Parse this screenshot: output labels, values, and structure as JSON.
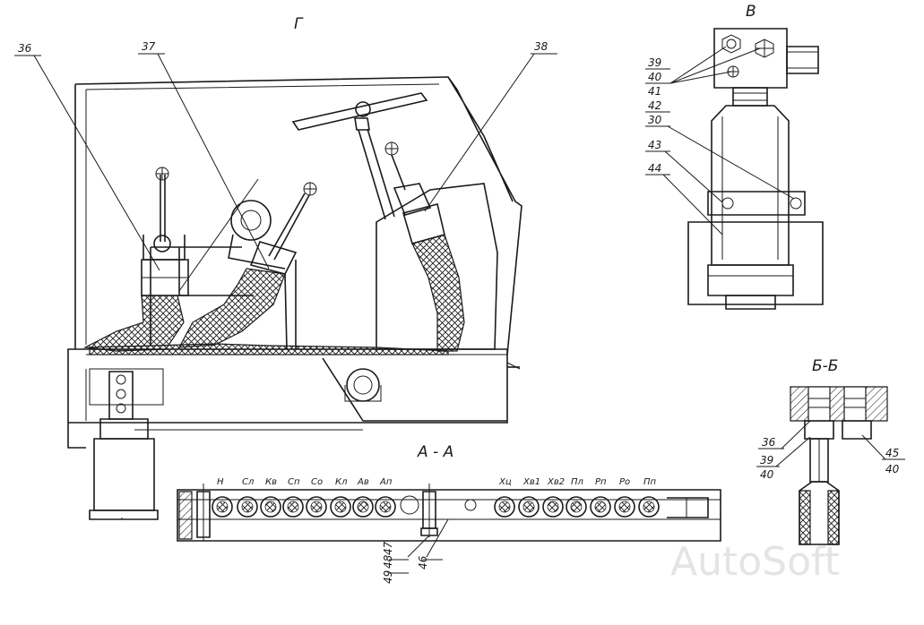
{
  "views": {
    "main": "Г",
    "top_right": "В",
    "section_bb": "Б-Б",
    "section_aa": "А - А"
  },
  "callouts": {
    "c36": "36",
    "c37": "37",
    "c38": "38",
    "c39": "39",
    "c40": "40",
    "c41": "41",
    "c42": "42",
    "c30": "30",
    "c43": "43",
    "c44": "44",
    "bb36": "36",
    "bb39": "39",
    "bb40a": "40",
    "bb45": "45",
    "bb40b": "40",
    "c46": "46",
    "c47": "47",
    "c48": "48",
    "c49": "49"
  },
  "connector_labels": [
    "Н",
    "Сл",
    "Кв",
    "Сп",
    "Со",
    "Кл",
    "Ав",
    "Ап",
    "Хц",
    "Хв1",
    "Хв2",
    "Пл",
    "Рп",
    "Ро",
    "Пп"
  ],
  "watermark": "AutoSoft"
}
